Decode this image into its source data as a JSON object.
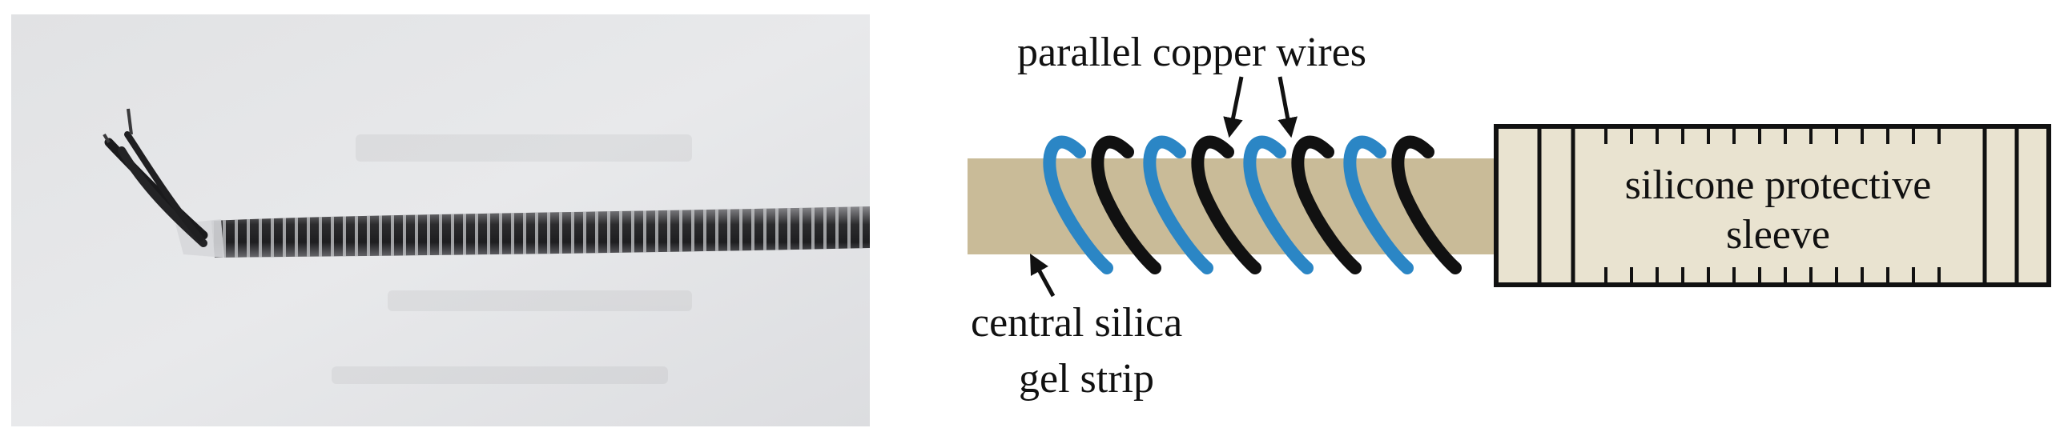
{
  "figure": {
    "labels": {
      "wires": "parallel copper wires",
      "strip_line1": "central silica",
      "strip_line2": "gel strip",
      "sleeve_line1": "silicone protective",
      "sleeve_line2": "sleeve"
    },
    "colors": {
      "background": "#ffffff",
      "strip": "#c9bb98",
      "sleeve_fill": "#e9e3d0",
      "sleeve_outline": "#111111",
      "wire_blue": "#2b86c5",
      "wire_black": "#111111",
      "photo_bg": "#e4e5e7",
      "cable": "#2a2a2c"
    }
  }
}
